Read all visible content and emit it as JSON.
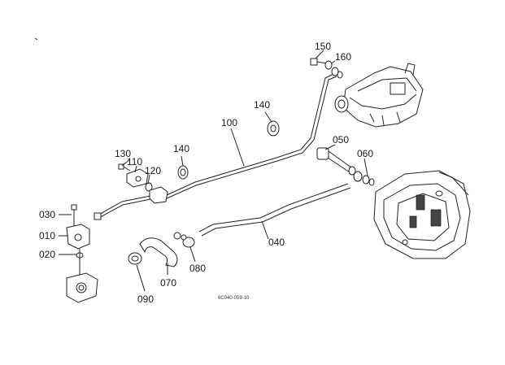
{
  "diagram": {
    "code": "6C040-059-10",
    "callouts": {
      "c030": "030",
      "c010": "010",
      "c020": "020",
      "c130": "130",
      "c110": "110",
      "c120": "120",
      "c140a": "140",
      "c140b": "140",
      "c100": "100",
      "c150": "150",
      "c160": "160",
      "c050": "050",
      "c060": "060",
      "c040": "040",
      "c070": "070",
      "c080": "080",
      "c090": "090"
    }
  },
  "colors": {
    "ink": "#222222",
    "background": "#ffffff"
  }
}
